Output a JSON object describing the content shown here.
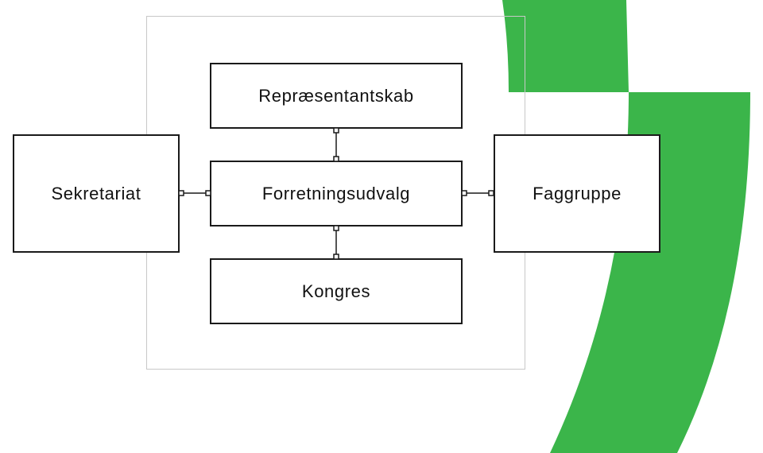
{
  "diagram": {
    "accent_color": "#3bb54a",
    "nodes": {
      "top": "Repræsentantskab",
      "center": "Forretningsudvalg",
      "bottom": "Kongres",
      "left": "Sekretariat",
      "right": "Faggruppe"
    },
    "edges": [
      [
        "center",
        "top"
      ],
      [
        "center",
        "bottom"
      ],
      [
        "center",
        "left"
      ],
      [
        "center",
        "right"
      ]
    ]
  }
}
